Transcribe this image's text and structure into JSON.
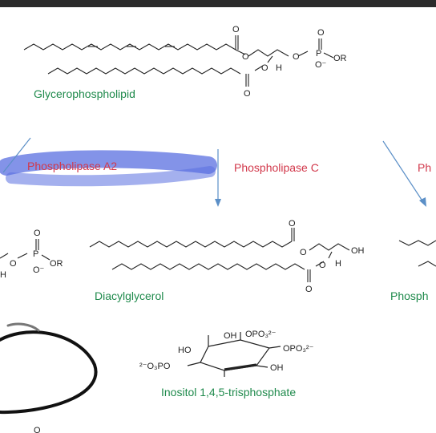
{
  "labels": {
    "glycerophospholipid": "Glycerophospholipid",
    "phospholipase_a2": "Phospholipase A2",
    "phospholipase_c": "Phospholipase C",
    "phospholipase_d_partial": "Ph",
    "diacylglycerol": "Diacylglycerol",
    "inositol": "Inositol 1,4,5-trisphosphate",
    "phosphatidic_partial": "Phosph"
  },
  "atoms": {
    "O": "O",
    "OR": "OR",
    "H": "H",
    "P": "P",
    "OH": "OH",
    "HO": "HO",
    "O_minus": "O⁻",
    "OPO3_2minus": "OPO₃²⁻",
    "minus2_O3PO": "²⁻O₃PO"
  },
  "colors": {
    "green_label": "#1f8a4c",
    "red_label": "#d2384b",
    "arrow": "#5b8fc7",
    "highlight": "#5a6fe0",
    "top_bar": "#2b2b2b"
  }
}
